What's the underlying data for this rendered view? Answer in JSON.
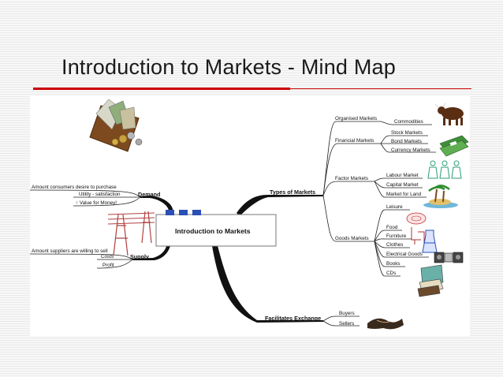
{
  "slide": {
    "title": "Introduction to Markets - Mind Map",
    "accent_color": "#cc0000"
  },
  "mindmap": {
    "centre": "Introduction to Markets",
    "demand": {
      "label": "Demand",
      "items": [
        "Amount consumers desire to purchase",
        "Utility - satisfaction",
        "↑ Value for Money!"
      ]
    },
    "supply": {
      "label": "Supply",
      "items": [
        "Amount suppliers are willing to sell",
        "Costs",
        "Profit"
      ]
    },
    "types_of_markets": {
      "label": "Types of Markets",
      "organised": {
        "label": "Organised Markets",
        "items": [
          "Commodities"
        ]
      },
      "financial": {
        "label": "Financial Markets",
        "items": [
          "Stock Markets",
          "Bond Markets",
          "Currency Markets"
        ]
      },
      "factor": {
        "label": "Factor Markets",
        "items": [
          "Labour Market",
          "Capital Market",
          "Market for Land"
        ]
      },
      "goods": {
        "label": "Goods Markets",
        "items": [
          "Leisure",
          "Food",
          "Furniture",
          "Clothes",
          "Electrical Goods",
          "Books",
          "CDs"
        ]
      }
    },
    "exchange": {
      "label": "Facilitates Exchange",
      "items": [
        "Buyers",
        "Sellers"
      ]
    }
  },
  "pictures": [
    "wallet-money-icon",
    "power-pylon-icon",
    "bull-icon",
    "banknotes-icon",
    "workers-icon",
    "palm-island-icon",
    "food-jar-icon",
    "chair-icon",
    "dress-icon",
    "stereo-icon",
    "books-icon",
    "handshake-icon"
  ]
}
